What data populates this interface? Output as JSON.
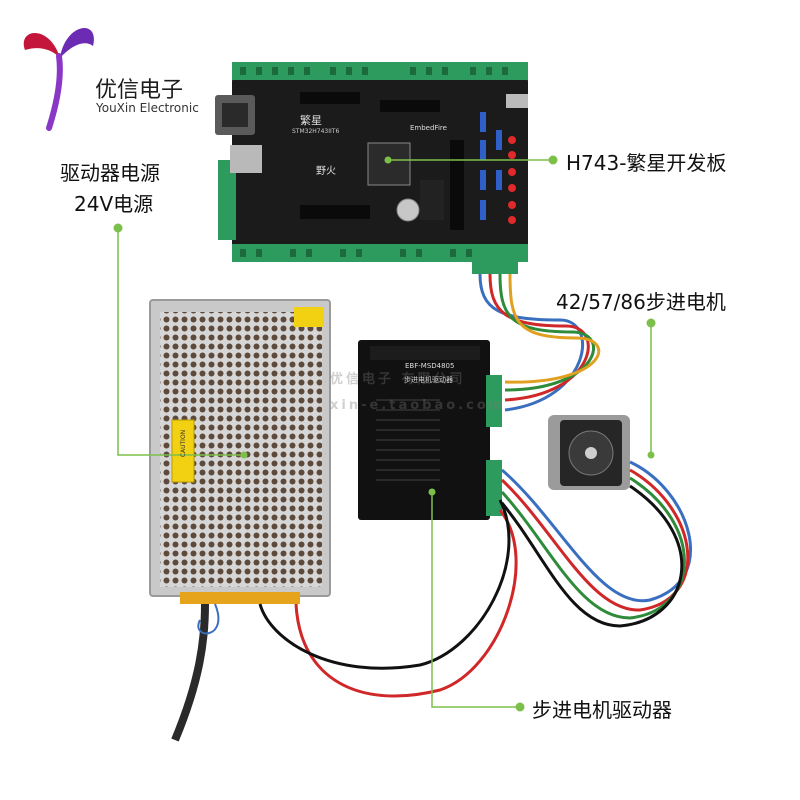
{
  "brand": {
    "name_cn": "优信电子",
    "name_en": "YouXin Electronic"
  },
  "callouts": {
    "board": "H743-繁星开发板",
    "power_line1": "驱动器电源",
    "power_line2": "24V电源",
    "motor": "42/57/86步进电机",
    "driver": "步进电机驱动器"
  },
  "board_labels": {
    "title": "繁星",
    "chip": "STM32H743IIT6",
    "vendor": "EmbedFire",
    "vendor_cn": "野火"
  },
  "driver_labels": {
    "model": "EBF-MSD4805",
    "name": "步进电机驱动器"
  },
  "psu_labels": {
    "caution": "CAUTION"
  },
  "watermark": {
    "line1": "优信电子 有限公司",
    "line2": "xin-e.taobao.com"
  },
  "colors": {
    "accent_green": "#7cc04a",
    "board_green": "#2e9b5e",
    "board_black": "#1b1b1b",
    "cable_blue": "#3a6fc0",
    "cable_red": "#d02828",
    "cable_green": "#2e8b3a"
  }
}
